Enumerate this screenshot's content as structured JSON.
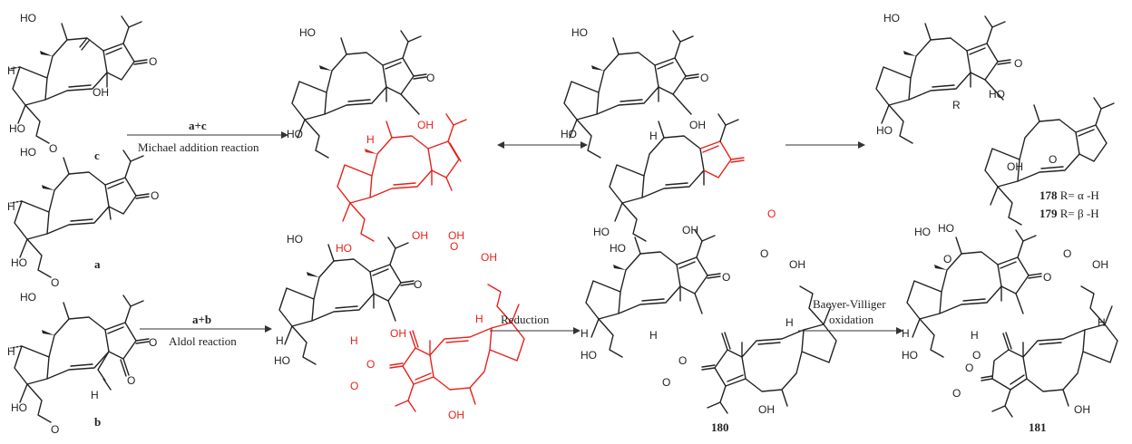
{
  "labels": {
    "oh": "OH",
    "ho": "HO",
    "o": "O",
    "h": "H",
    "r": "R"
  },
  "compounds": {
    "c": "c",
    "a": "a",
    "b": "b",
    "c178": "178",
    "c179": "179",
    "c180": "180",
    "c181": "181",
    "r178": " R= α -H",
    "r179": " R= β -H"
  },
  "reactions": {
    "top_reagent": "a+c",
    "top_name": "Michael addition reaction",
    "bottom_reagent": "a+b",
    "bottom_name": "Aldol reaction",
    "reduction": "Reduction",
    "bv_line1": "Baeyer-Villiger",
    "bv_line2": "oxidation"
  },
  "colors": {
    "black": "#222222",
    "red": "#e8211b"
  }
}
